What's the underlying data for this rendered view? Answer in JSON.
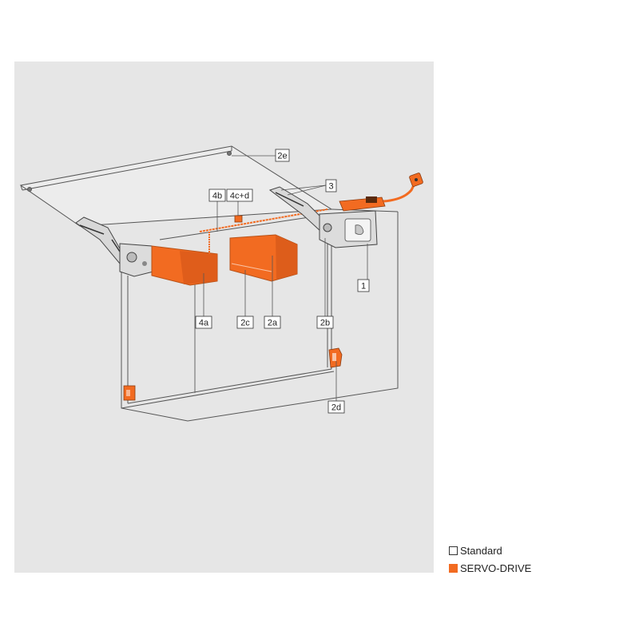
{
  "colors": {
    "panel_bg": "#e6e6e6",
    "line": "#555555",
    "servo_orange": "#f26b21",
    "servo_dark": "#c4541a"
  },
  "callouts": [
    {
      "id": "2e",
      "label": "2e"
    },
    {
      "id": "3",
      "label": "3"
    },
    {
      "id": "4b",
      "label": "4b"
    },
    {
      "id": "4c+d",
      "label": "4c+d"
    },
    {
      "id": "1",
      "label": "1"
    },
    {
      "id": "4a",
      "label": "4a"
    },
    {
      "id": "2c",
      "label": "2c"
    },
    {
      "id": "2a",
      "label": "2a"
    },
    {
      "id": "2b",
      "label": "2b"
    },
    {
      "id": "2d",
      "label": "2d"
    }
  ],
  "legend": {
    "standard_label": "Standard",
    "servo_label": "SERVO-DRIVE"
  }
}
